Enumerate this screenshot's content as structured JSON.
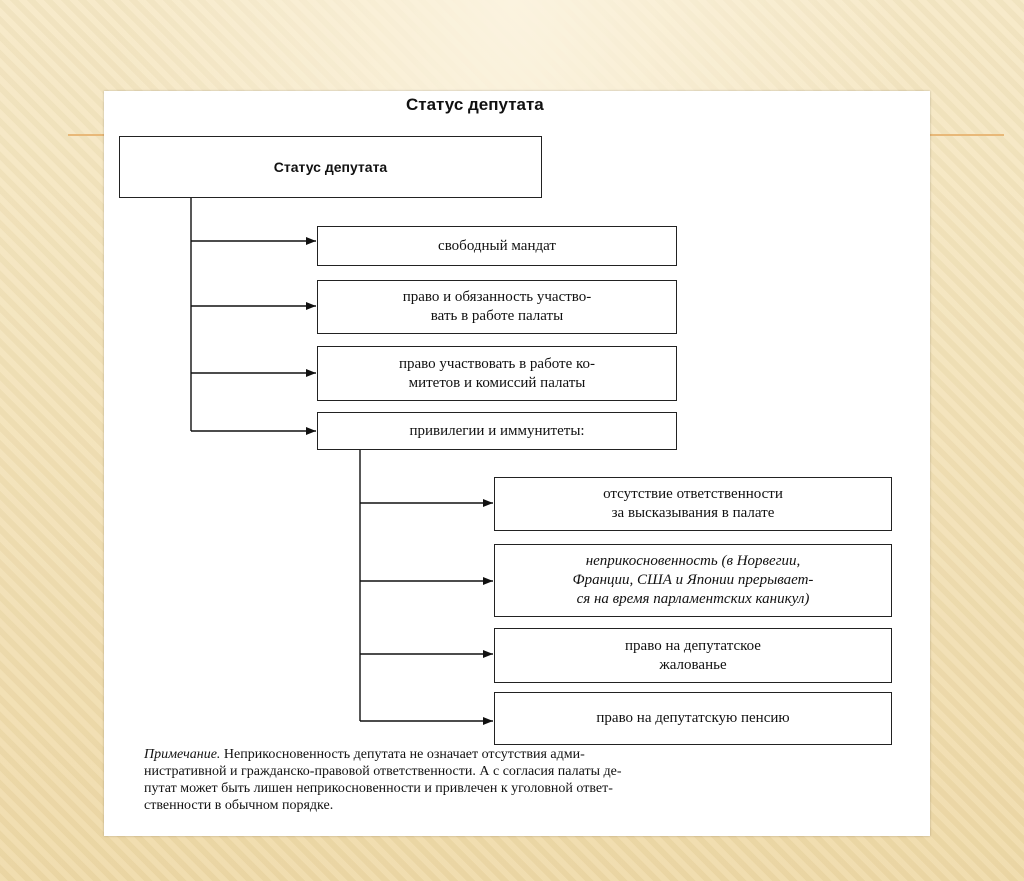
{
  "heading": "Статус депутата",
  "root": "Статус депутата",
  "items": [
    [
      "свободный мандат"
    ],
    [
      "право и обязанность участво-",
      "вать в работе палаты"
    ],
    [
      "право участвовать в работе ко-",
      "митетов и комиссий палаты"
    ],
    [
      "привилегии и иммунитеты:"
    ]
  ],
  "privileges": [
    [
      "отсутствие ответственности",
      "за высказывания в палате"
    ],
    [
      "неприкосновенность (в Норвегии,",
      "Франции, США и Японии прерывает-",
      "ся на время парламентских каникул)"
    ],
    [
      "право на депутатское",
      "жалованье"
    ],
    [
      "право на депутатскую пенсию"
    ]
  ],
  "note": {
    "lead": "Примечание.",
    "lines": [
      "Неприкосновенность депутата не означает отсутствия адми-",
      "нистративной и гражданско-правовой ответственности. А с согласия палаты де-",
      "путат может быть лишен неприкосновенности и привлечен к уголовной ответ-",
      "ственности в обычном порядке."
    ]
  }
}
